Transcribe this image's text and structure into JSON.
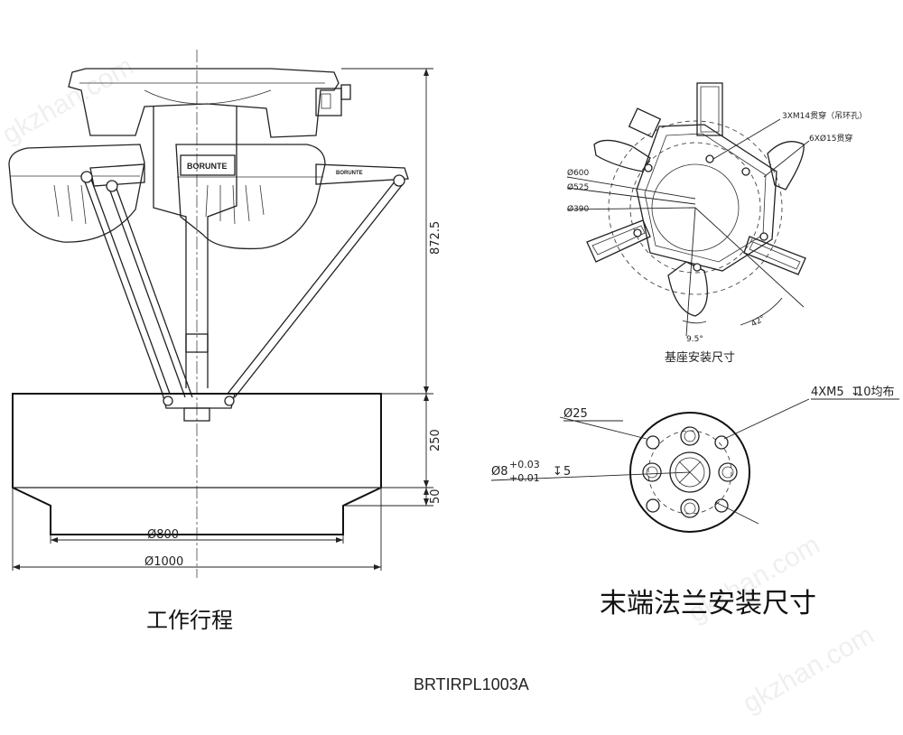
{
  "watermark": "gkzhan.com",
  "side_view": {
    "brand": "BORUNTE",
    "dim_height": "872.5",
    "dim_stroke_height": "250",
    "dim_taper_height": "50",
    "dim_dia_800": "Ø800",
    "dim_dia_1000": "Ø1000",
    "caption": "工作行程"
  },
  "base_view": {
    "label_holes_14": "3XM14贯穿（吊环孔）",
    "label_holes_15": "6XØ15贯穿",
    "dia_600": "Ø600",
    "dia_525": "Ø525",
    "dia_390": "Ø390",
    "angle_95": "9.5°",
    "angle_42": "42°",
    "caption": "基座安装尺寸"
  },
  "flange_view": {
    "dia_25": "Ø25",
    "thread_label": "4XM5",
    "thread_depth": "10均布",
    "pin_dia": "Ø8",
    "tol_upper": "+0.03",
    "tol_lower": "+0.01",
    "pin_depth": "5",
    "caption": "末端法兰安装尺寸"
  },
  "model": "BRTIRPL1003A"
}
